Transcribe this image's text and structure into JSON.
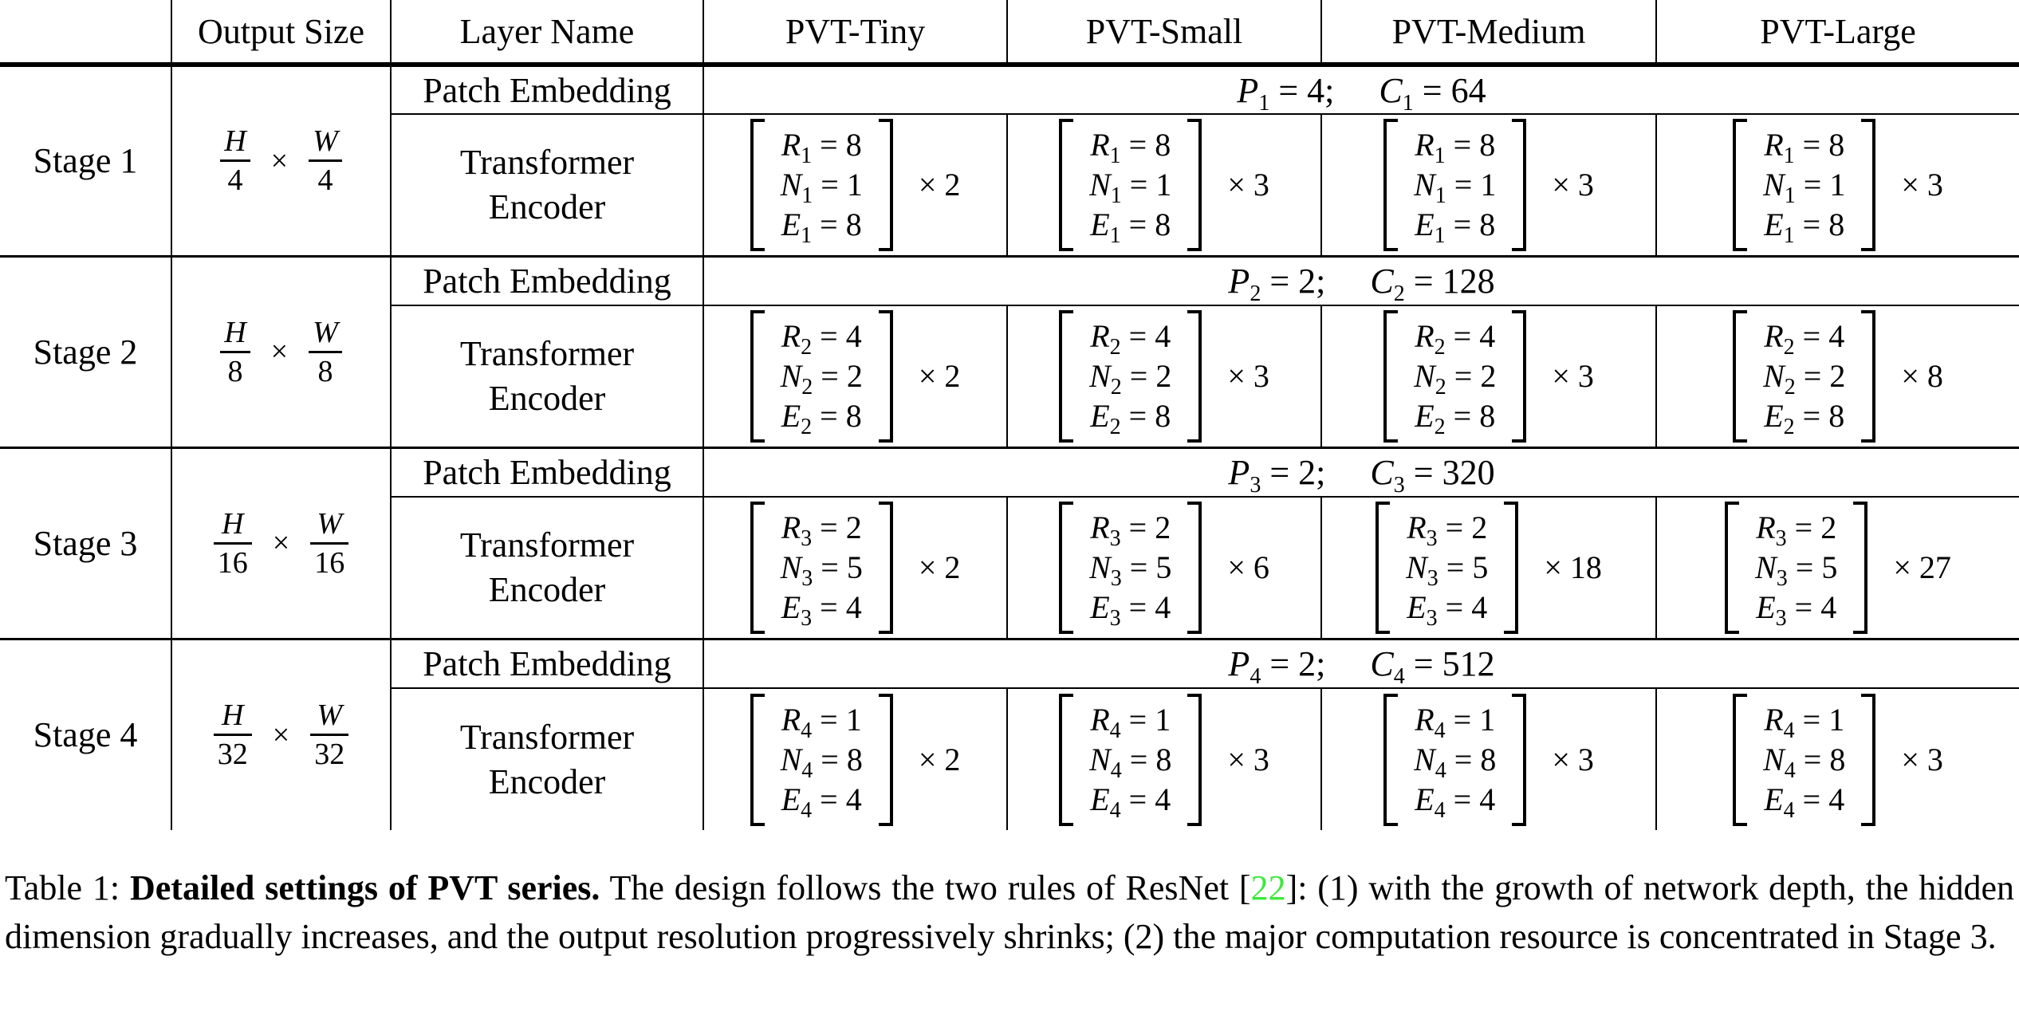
{
  "header": {
    "col_output": "Output Size",
    "col_layer": "Layer Name",
    "models": [
      "PVT-Tiny",
      "PVT-Small",
      "PVT-Medium",
      "PVT-Large"
    ]
  },
  "layers": {
    "patch": "Patch Embedding",
    "encoder1": "Transformer",
    "encoder2": "Encoder"
  },
  "symbols": {
    "eq": "=",
    "times": "×",
    "semi": ";"
  },
  "stages": [
    {
      "label": "Stage 1",
      "out": {
        "num1": "H",
        "den1": "4",
        "num2": "W",
        "den2": "4"
      },
      "pe": {
        "pvar": "P",
        "sub": "1",
        "pval": "4",
        "cvar": "C",
        "cval": "64"
      },
      "enc": {
        "sub": "1",
        "rows": [
          [
            "R",
            "8"
          ],
          [
            "N",
            "1"
          ],
          [
            "E",
            "8"
          ]
        ],
        "mult": [
          "2",
          "3",
          "3",
          "3"
        ]
      }
    },
    {
      "label": "Stage 2",
      "out": {
        "num1": "H",
        "den1": "8",
        "num2": "W",
        "den2": "8"
      },
      "pe": {
        "pvar": "P",
        "sub": "2",
        "pval": "2",
        "cvar": "C",
        "cval": "128"
      },
      "enc": {
        "sub": "2",
        "rows": [
          [
            "R",
            "4"
          ],
          [
            "N",
            "2"
          ],
          [
            "E",
            "8"
          ]
        ],
        "mult": [
          "2",
          "3",
          "3",
          "8"
        ]
      }
    },
    {
      "label": "Stage 3",
      "out": {
        "num1": "H",
        "den1": "16",
        "num2": "W",
        "den2": "16"
      },
      "pe": {
        "pvar": "P",
        "sub": "3",
        "pval": "2",
        "cvar": "C",
        "cval": "320"
      },
      "enc": {
        "sub": "3",
        "rows": [
          [
            "R",
            "2"
          ],
          [
            "N",
            "5"
          ],
          [
            "E",
            "4"
          ]
        ],
        "mult": [
          "2",
          "6",
          "18",
          "27"
        ]
      }
    },
    {
      "label": "Stage 4",
      "out": {
        "num1": "H",
        "den1": "32",
        "num2": "W",
        "den2": "32"
      },
      "pe": {
        "pvar": "P",
        "sub": "4",
        "pval": "2",
        "cvar": "C",
        "cval": "512"
      },
      "enc": {
        "sub": "4",
        "rows": [
          [
            "R",
            "1"
          ],
          [
            "N",
            "8"
          ],
          [
            "E",
            "4"
          ]
        ],
        "mult": [
          "2",
          "3",
          "3",
          "3"
        ]
      }
    }
  ],
  "caption": {
    "prefix": "Table 1: ",
    "bold": "Detailed settings of PVT series.",
    "body1": " The design follows the two rules of ResNet [",
    "cite": "22",
    "body2": "]: (1) with the growth of network depth, the hidden dimension gradually increases, and the output resolution progressively shrinks; (2) the major computation resource is concentrated in Stage 3."
  },
  "colors": {
    "citation_green": "#3ce93c"
  }
}
